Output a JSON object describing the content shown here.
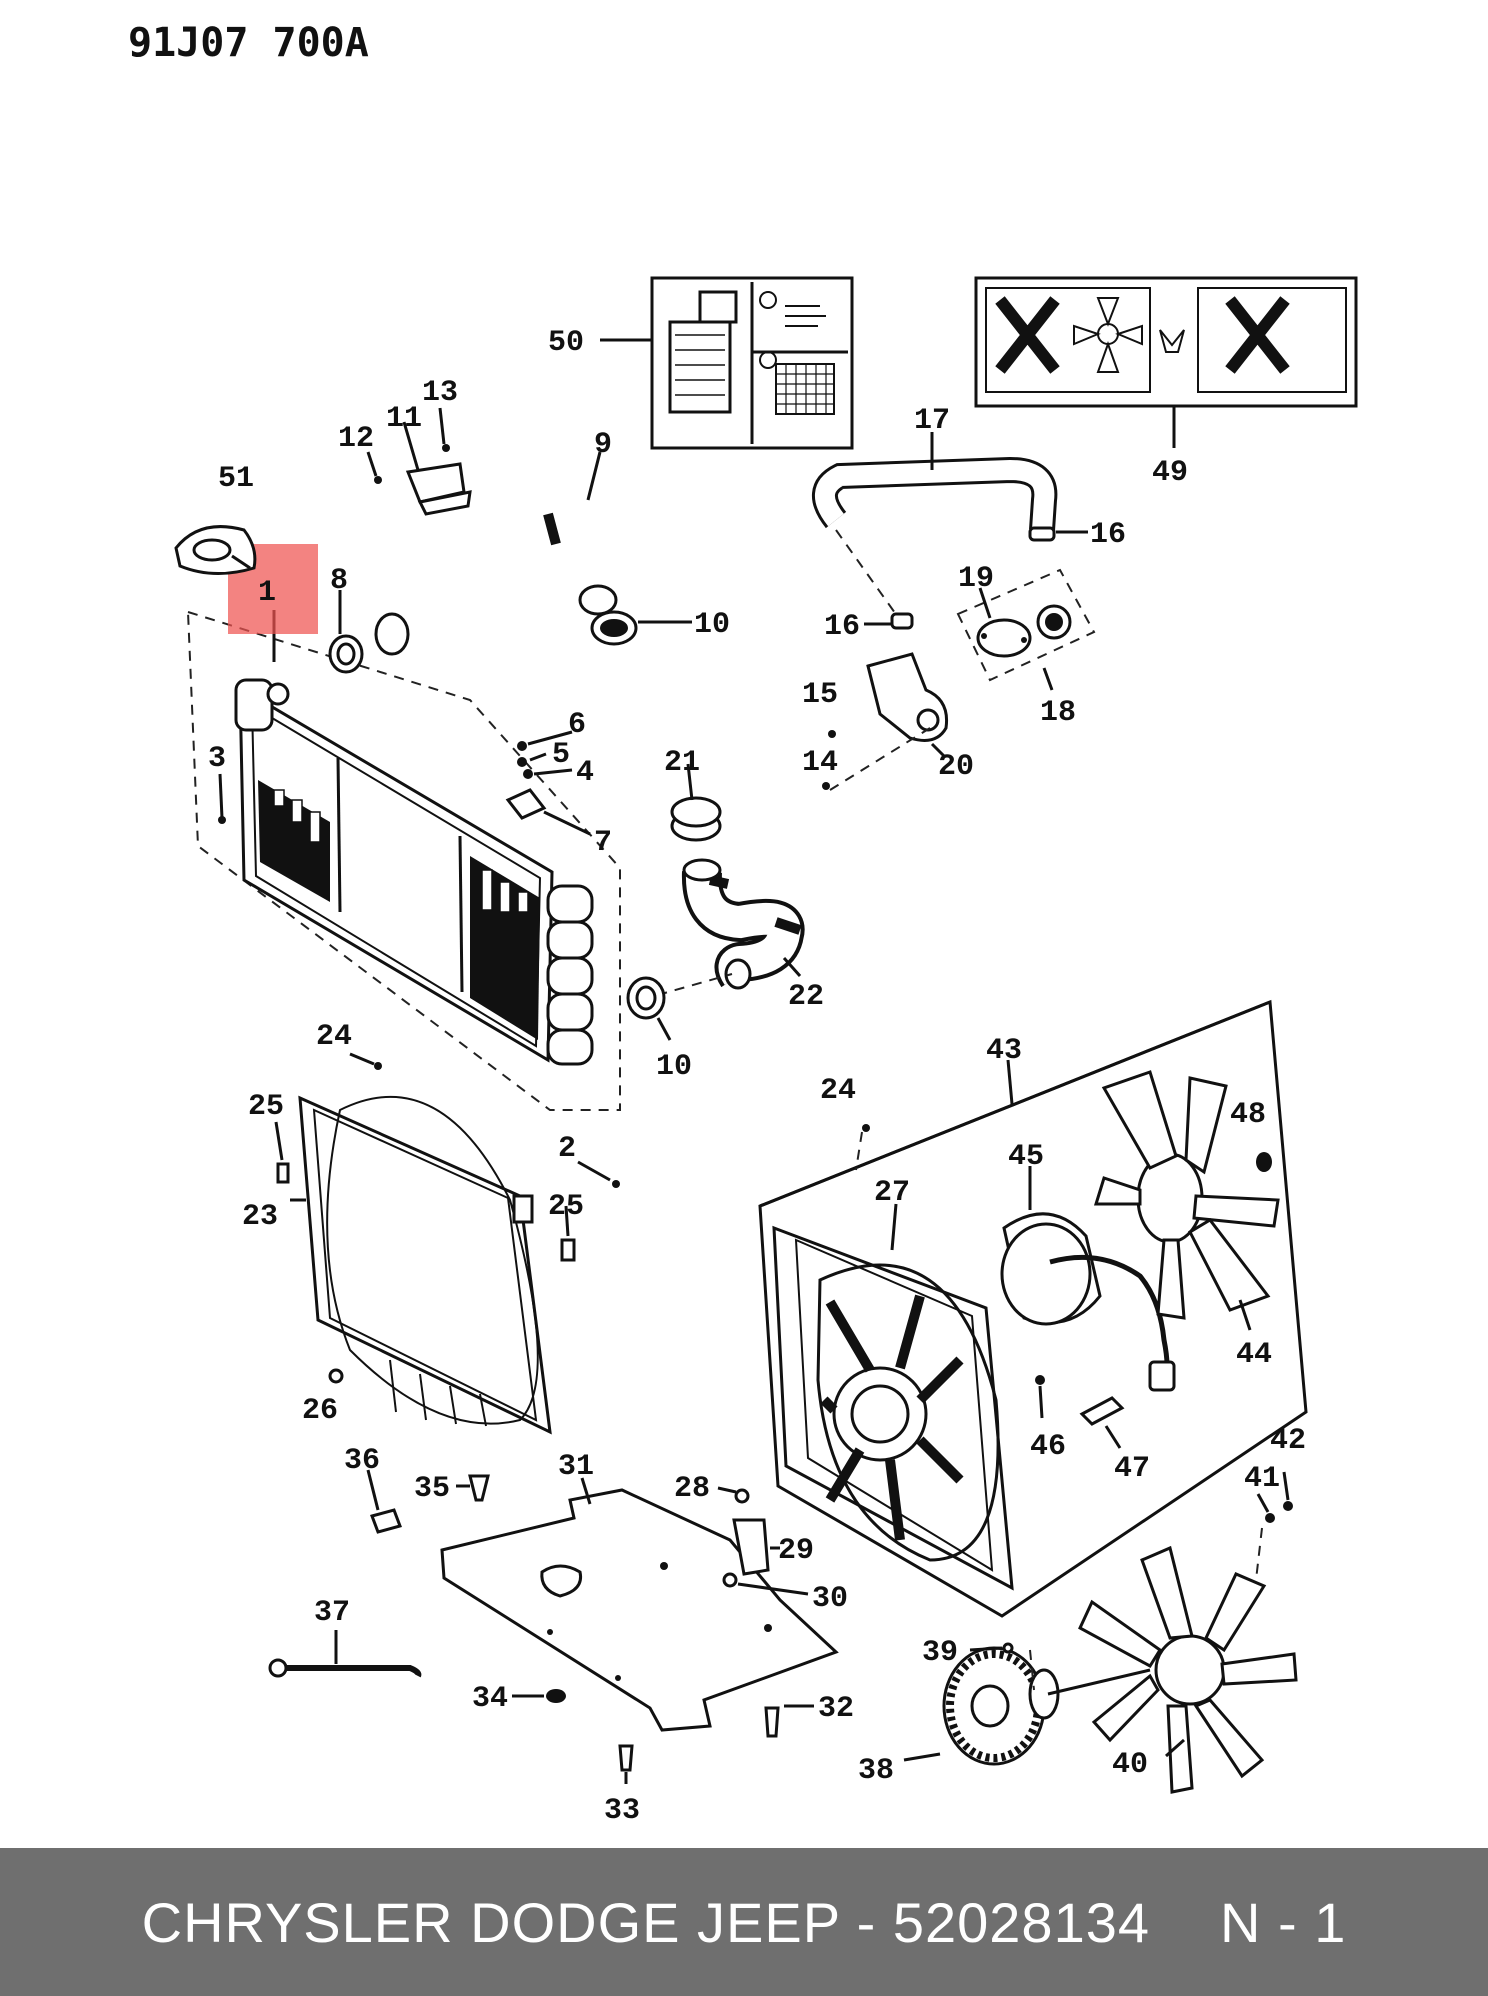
{
  "diagram": {
    "drawing_code": "91J07 700A",
    "highlight_color": "#ef5350",
    "callouts": {
      "c1": "1",
      "c2": "2",
      "c3": "3",
      "c4": "4",
      "c5": "5",
      "c6": "6",
      "c7": "7",
      "c8": "8",
      "c9": "9",
      "c10a": "10",
      "c10b": "10",
      "c11": "11",
      "c12": "12",
      "c13": "13",
      "c14": "14",
      "c15": "15",
      "c16a": "16",
      "c16b": "16",
      "c17": "17",
      "c18": "18",
      "c19": "19",
      "c20": "20",
      "c21": "21",
      "c22": "22",
      "c23": "23",
      "c24a": "24",
      "c24b": "24",
      "c25a": "25",
      "c25b": "25",
      "c26": "26",
      "c27": "27",
      "c28": "28",
      "c29": "29",
      "c30": "30",
      "c31": "31",
      "c32": "32",
      "c33": "33",
      "c34": "34",
      "c35": "35",
      "c36": "36",
      "c37": "37",
      "c38": "38",
      "c39": "39",
      "c40": "40",
      "c41": "41",
      "c42": "42",
      "c43": "43",
      "c44": "44",
      "c45": "45",
      "c46": "46",
      "c47": "47",
      "c48": "48",
      "c49": "49",
      "c50": "50",
      "c51": "51"
    }
  },
  "footer": {
    "brand": "CHRYSLER DODGE JEEP - 52028134",
    "position": "N - 1"
  }
}
